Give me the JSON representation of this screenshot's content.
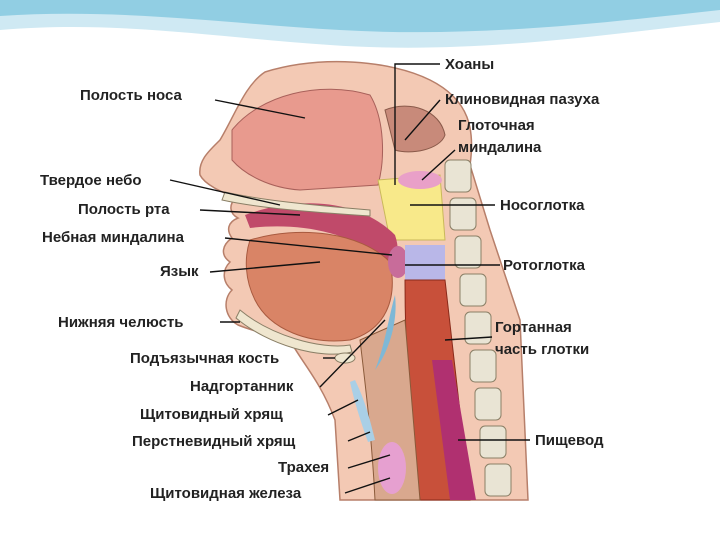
{
  "colors": {
    "accent_wave": "#5fb8d6",
    "label_text": "#222222",
    "skin": "#f3c9b4",
    "mucosa": "#c04a6a",
    "nasopharynx": "#f8e98a",
    "oropharynx": "#b9b7e8",
    "laryngopharynx_muscle": "#c8503a",
    "vertebra": "#e9e4d4",
    "tongue": "#d98466"
  },
  "labels": {
    "nasal_cavity": "Полость носа",
    "hard_palate": "Твердое небо",
    "oral_cavity": "Полость рта",
    "palatine_tonsil": "Небная миндалина",
    "tongue": "Язык",
    "mandible": "Нижняя челюсть",
    "hyoid": "Подъязычная кость",
    "epiglottis": "Надгортанник",
    "thyroid_cartilage": "Щитовидный хрящ",
    "cricoid_cartilage": "Перстневидный хрящ",
    "trachea": "Трахея",
    "thyroid_gland": "Щитовидная железа",
    "choanae": "Хоаны",
    "sphenoid_sinus": "Клиновидная пазуха",
    "pharyngeal_tonsil_1": "Глоточная",
    "pharyngeal_tonsil_2": "миндалина",
    "nasopharynx": "Носоглотка",
    "oropharynx": "Ротоглотка",
    "laryngopharynx_1": "Гортанная",
    "laryngopharynx_2": "часть глотки",
    "esophagus": "Пищевод"
  }
}
